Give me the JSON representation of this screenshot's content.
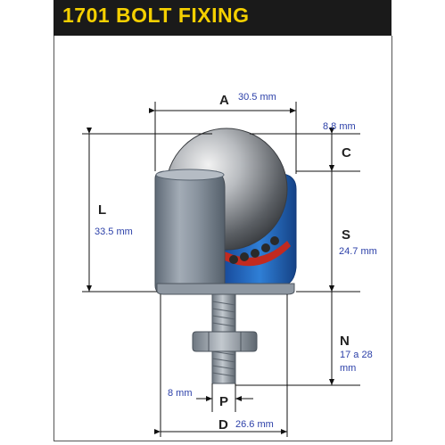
{
  "title": "1701 BOLT FIXING",
  "dimensions": {
    "A": {
      "letter": "A",
      "value": "30.5 mm"
    },
    "C": {
      "letter": "C",
      "value": "8.8 mm"
    },
    "L": {
      "letter": "L",
      "value": "33.5 mm"
    },
    "S": {
      "letter": "S",
      "value": "24.7 mm"
    },
    "N": {
      "letter": "N",
      "value_line1": "17 a 28",
      "value_line2": "mm"
    },
    "P": {
      "letter": "P",
      "value": "8 mm"
    },
    "D": {
      "letter": "D",
      "value": "26.6 mm"
    }
  },
  "colors": {
    "header_bg": "#1a1a1a",
    "header_text": "#f5d000",
    "value_text": "#2b3fa8",
    "housing_blue": "#1f5fb0",
    "body_gray": "#7d8895"
  }
}
